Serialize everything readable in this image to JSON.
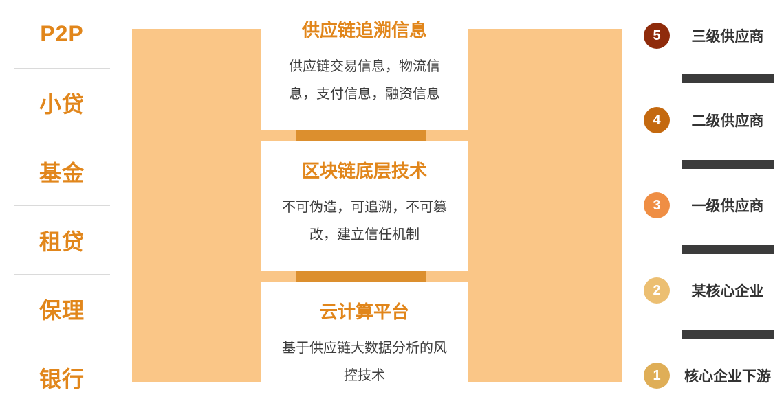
{
  "left_list": {
    "items": [
      {
        "label": "P2P"
      },
      {
        "label": "小贷"
      },
      {
        "label": "基金"
      },
      {
        "label": "租贷"
      },
      {
        "label": "保理"
      },
      {
        "label": "银行"
      }
    ]
  },
  "cards": [
    {
      "title": "供应链追溯信息",
      "body": "供应链交易信息，物流信息，支付信息，融资信息"
    },
    {
      "title": "区块链底层技术",
      "body": "不可伪造，可追溯，不可篡改，建立信任机制"
    },
    {
      "title": "云计算平台",
      "body": "基于供应链大数据分析的风控技术"
    }
  ],
  "supply_chain": {
    "items": [
      {
        "number": "5",
        "label": "三级供应商",
        "color": "#8f2b0b"
      },
      {
        "number": "4",
        "label": "二级供应商",
        "color": "#c4690f"
      },
      {
        "number": "3",
        "label": "一级供应商",
        "color": "#ef8e44"
      },
      {
        "number": "2",
        "label": "某核心企业",
        "color": "#ecbf72"
      },
      {
        "number": "1",
        "label": "核心企业下游",
        "color": "#dfae57"
      }
    ]
  },
  "colors": {
    "accent_orange": "#e1861b",
    "panel_background": "#fac687",
    "connector_orange": "#dc8f2e",
    "divider_bar_dark": "#3b3b3b",
    "body_text": "#3d3d3d"
  }
}
